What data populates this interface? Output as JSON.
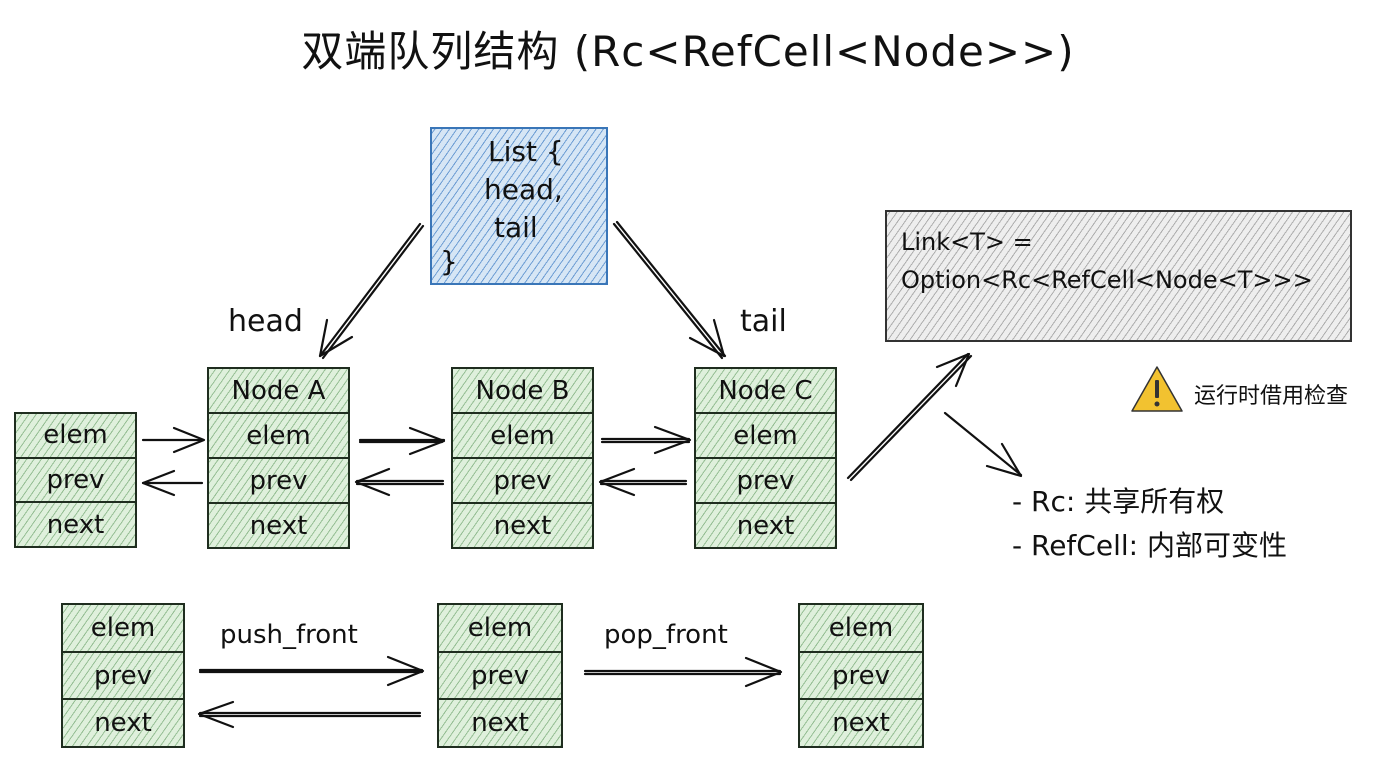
{
  "title": "双端队列结构 (Rc<RefCell<Node>>)",
  "list_struct": {
    "lines": [
      "List {",
      "head,",
      "tail",
      "}"
    ]
  },
  "pointer_labels": {
    "head": "head",
    "tail": "tail"
  },
  "link_type": {
    "line1": "Link<T> =",
    "line2": "Option<Rc<RefCell<Node<T>>>"
  },
  "warning": {
    "icon": "warning-triangle-icon",
    "text": "运行时借用检查",
    "color": "#f2c230"
  },
  "notes": [
    "- Rc: 共享所有权",
    "- RefCell: 内部可变性"
  ],
  "main_row": {
    "left_node": {
      "fields": [
        "elem",
        "prev",
        "next"
      ]
    },
    "nodes": [
      {
        "title": "Node A",
        "fields": [
          "elem",
          "prev",
          "next"
        ]
      },
      {
        "title": "Node B",
        "fields": [
          "elem",
          "prev",
          "next"
        ]
      },
      {
        "title": "Node C",
        "fields": [
          "elem",
          "prev",
          "next"
        ]
      }
    ]
  },
  "operations": {
    "nodes": [
      {
        "fields": [
          "elem",
          "prev",
          "next"
        ]
      },
      {
        "fields": [
          "elem",
          "prev",
          "next"
        ]
      },
      {
        "fields": [
          "elem",
          "prev",
          "next"
        ]
      }
    ],
    "push_label": "push_front",
    "pop_label": "pop_front"
  },
  "colors": {
    "node_fill": "#dff0dc",
    "list_fill": "#d6e6f5",
    "list_border": "#3a76b8",
    "link_fill": "#eeeeee"
  }
}
